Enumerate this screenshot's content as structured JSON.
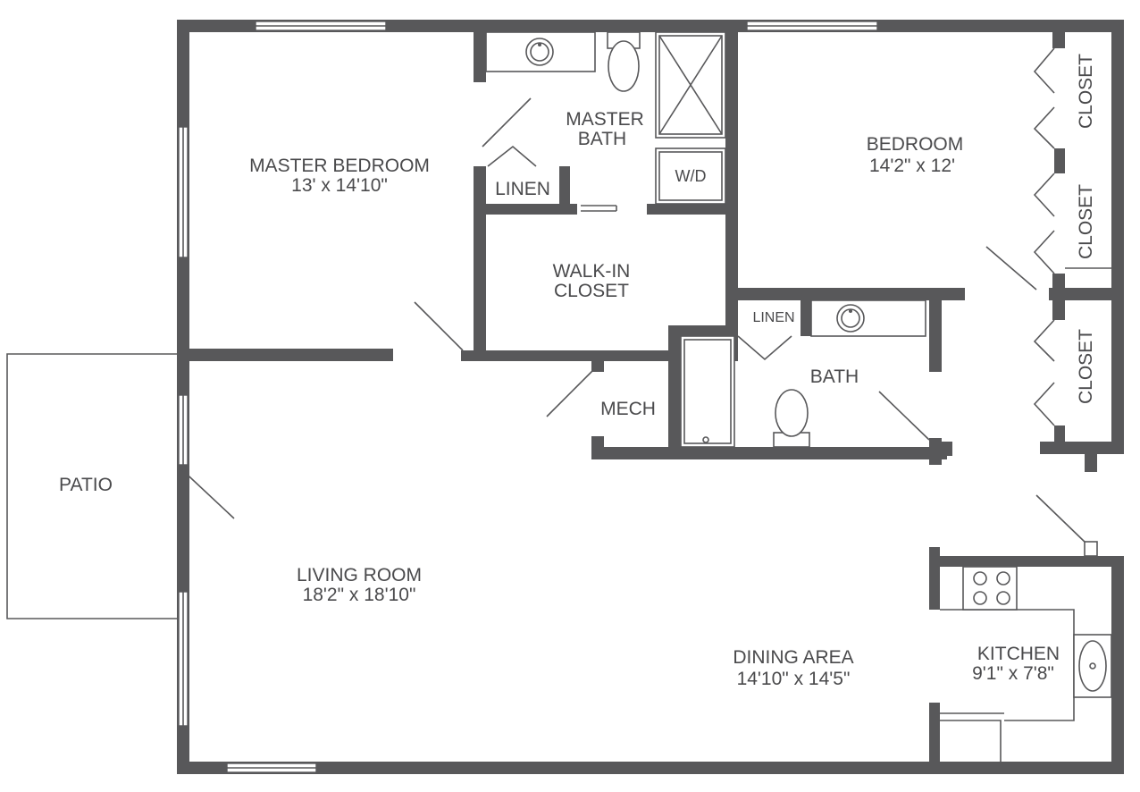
{
  "rooms": {
    "master_bedroom": {
      "name": "MASTER BEDROOM",
      "dims": "13' x 14'10\""
    },
    "master_bath": {
      "line1": "MASTER",
      "line2": "BATH"
    },
    "linen_master": "LINEN",
    "washer_dryer": "W/D",
    "walk_in_closet": {
      "line1": "WALK-IN",
      "line2": "CLOSET"
    },
    "bedroom": {
      "name": "BEDROOM",
      "dims": "14'2\" x 12'"
    },
    "closet_1": "CLOSET",
    "closet_2": "CLOSET",
    "closet_3": "CLOSET",
    "linen_bath": "LINEN",
    "bath": "BATH",
    "mech": "MECH",
    "patio": "PATIO",
    "living_room": {
      "name": "LIVING ROOM",
      "dims": "18'2\" x 18'10\""
    },
    "dining_area": {
      "name": "DINING AREA",
      "dims": "14'10\" x 14'5\""
    },
    "kitchen": {
      "name": "KITCHEN",
      "dims": "9'1\" x 7'8\""
    }
  }
}
